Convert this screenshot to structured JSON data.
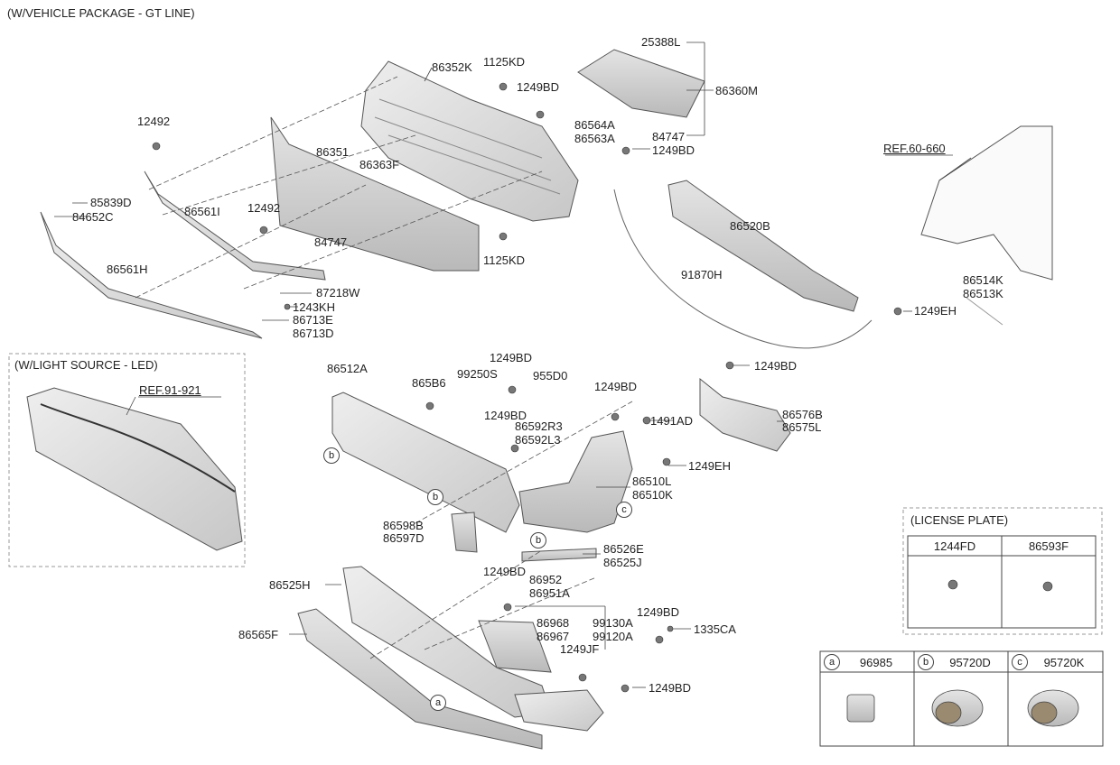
{
  "headers": {
    "vehicle_package": "(W/VEHICLE PACKAGE - GT LINE)",
    "light_source": "(W/LIGHT SOURCE - LED)",
    "license_plate": "(LICENSE PLATE)"
  },
  "refs": {
    "ref_60": "REF.60-660",
    "ref_91": "REF.91-921"
  },
  "parts": {
    "p86352K": "86352K",
    "p1125KD_top": "1125KD",
    "p1249BD_a": "1249BD",
    "p25388L": "25388L",
    "p86360M": "86360M",
    "p84747_a": "84747",
    "p86564A": "86564A",
    "p86563A": "86563A",
    "p1249BD_b": "1249BD",
    "p12492_a": "12492",
    "p86351": "86351",
    "p86363F": "86363F",
    "p85839D": "85839D",
    "p84652C": "84652C",
    "p86561I": "86561I",
    "p12492_b": "12492",
    "p1125KD_bot": "1125KD",
    "p84747_b": "84747",
    "p86561H": "86561H",
    "p87218W": "87218W",
    "p1243KH": "1243KH",
    "p86713E": "86713E",
    "p86713D": "86713D",
    "p86520B": "86520B",
    "p91870H": "91870H",
    "p86514K": "86514K",
    "p86513K": "86513K",
    "p1249EH_a": "1249EH",
    "p1249BD_c": "1249BD",
    "p86576B": "86576B",
    "p86575L": "86575L",
    "p86512A": "86512A",
    "p865B6": "865B6",
    "p99250S": "99250S",
    "p1249BD_d": "1249BD",
    "p955D0": "955D0",
    "p1249BD_e": "1249BD",
    "p1249BD_f": "1249BD",
    "p86592R3": "86592R3",
    "p86592L3": "86592L3",
    "p1491AD": "1491AD",
    "p1249EH_b": "1249EH",
    "p86510L": "86510L",
    "p86510K": "86510K",
    "p86598B": "86598B",
    "p86597D": "86597D",
    "p86526E": "86526E",
    "p86525J": "86525J",
    "p1249BD_g": "1249BD",
    "p86952": "86952",
    "p86951A": "86951A",
    "p86525H": "86525H",
    "p86968": "86968",
    "p86967": "86967",
    "p99130A": "99130A",
    "p99120A": "99120A",
    "p1249BD_h": "1249BD",
    "p1335CA": "1335CA",
    "p86565F": "86565F",
    "p1249JF": "1249JF",
    "p1249BD_i": "1249BD"
  },
  "license_table": {
    "col1": "1244FD",
    "col2": "86593F"
  },
  "sensor_table": {
    "a_letter": "a",
    "a_part": "96985",
    "b_letter": "b",
    "b_part": "95720D",
    "c_letter": "c",
    "c_part": "95720K"
  },
  "callouts": {
    "b1": "b",
    "b2": "b",
    "b3": "b",
    "c1": "c",
    "a1": "a"
  }
}
